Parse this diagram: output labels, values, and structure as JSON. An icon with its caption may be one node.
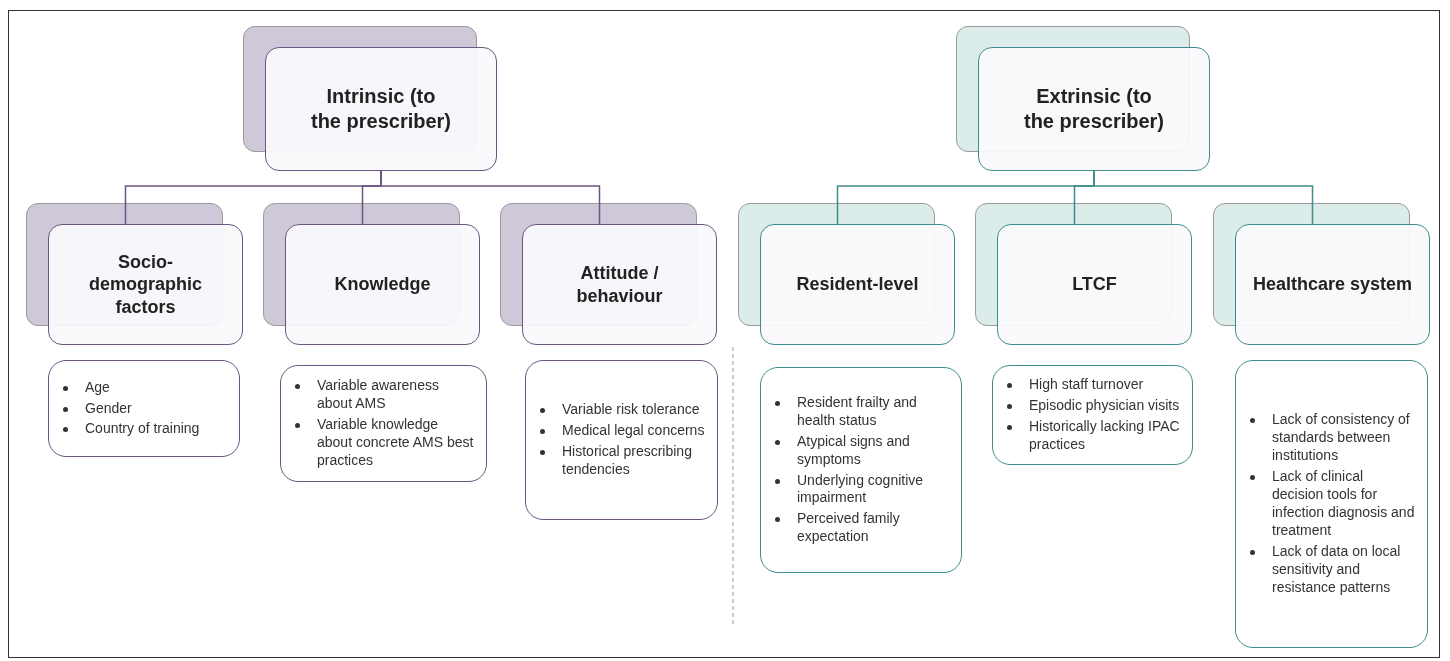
{
  "diagram": {
    "nodes": [
      {
        "text": [
          "Intrinsic (to the prescriber)"
        ]
      },
      {
        "text": [
          "Socio-demographic factors"
        ]
      },
      {
        "text": [
          "Knowledge"
        ]
      },
      {
        "text": [
          "Attitude / behaviour"
        ]
      },
      {
        "text": [
          "Extrinsic (to the prescriber)"
        ]
      },
      {
        "text": [
          "Resident-level"
        ]
      },
      {
        "text": [
          "LTCF"
        ]
      },
      {
        "text": [
          "Healthcare system"
        ]
      },
      {
        "text": [
          "Age",
          "Gender",
          "Country of training"
        ]
      },
      {
        "text": [
          "Variable awareness about AMS",
          "Variable knowledge about concrete AMS best practices"
        ]
      },
      {
        "text": [
          "Variable risk tolerance",
          "Medical legal concerns",
          "Historical prescribing tendencies"
        ]
      },
      {
        "text": [
          "Resident frailty and health status",
          "Atypical signs and symptoms",
          "Underlying cognitive impairment",
          "Perceived family expectation"
        ]
      },
      {
        "text": [
          "High staff turnover",
          "Episodic physician visits",
          "Historically lacking IPAC practices"
        ]
      },
      {
        "text": [
          "Lack of consistency of standards between institutions",
          "Lack of clinical decision tools for infection diagnosis and treatment",
          "Lack of data on local sensitivity and resistance patterns"
        ]
      }
    ],
    "edges": [
      {
        "from": 0,
        "to": 1,
        "arrow": "none"
      },
      {
        "from": 0,
        "to": 2,
        "arrow": "none"
      },
      {
        "from": 0,
        "to": 3,
        "arrow": "none"
      },
      {
        "from": 4,
        "to": 5,
        "arrow": "none"
      },
      {
        "from": 4,
        "to": 6,
        "arrow": "none"
      },
      {
        "from": 4,
        "to": 7,
        "arrow": "none"
      }
    ]
  }
}
